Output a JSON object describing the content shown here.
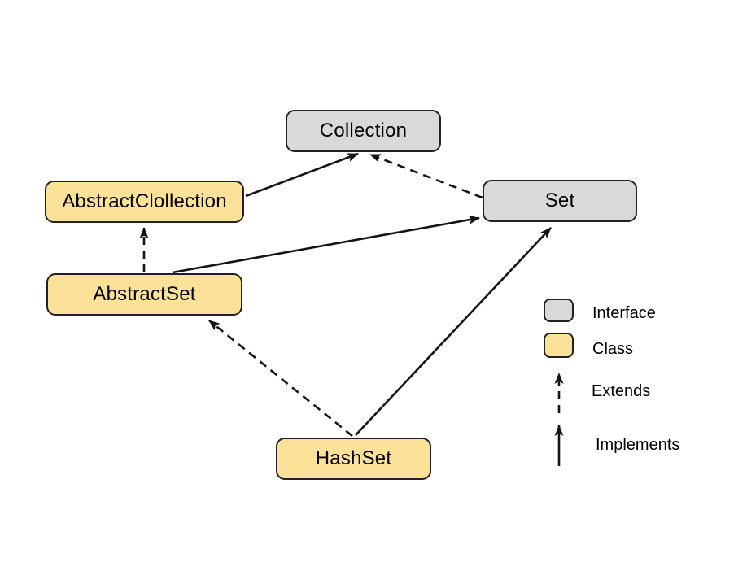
{
  "nodes": {
    "collection": {
      "label": "Collection",
      "type": "Interface"
    },
    "abstract_clollection": {
      "label": "AbstractClollection",
      "type": "Class"
    },
    "set": {
      "label": "Set",
      "type": "Interface"
    },
    "abstract_set": {
      "label": "AbstractSet",
      "type": "Class"
    },
    "hash_set": {
      "label": "HashSet",
      "type": "Class"
    }
  },
  "edges": [
    {
      "from": "AbstractClollection",
      "to": "Collection",
      "relation": "Implements",
      "style": "solid"
    },
    {
      "from": "Set",
      "to": "Collection",
      "relation": "Extends",
      "style": "dashed"
    },
    {
      "from": "AbstractSet",
      "to": "AbstractClollection",
      "relation": "Extends",
      "style": "dashed"
    },
    {
      "from": "AbstractSet",
      "to": "Set",
      "relation": "Implements",
      "style": "solid"
    },
    {
      "from": "HashSet",
      "to": "AbstractSet",
      "relation": "Extends",
      "style": "dashed"
    },
    {
      "from": "HashSet",
      "to": "Set",
      "relation": "Implements",
      "style": "solid"
    }
  ],
  "legend": {
    "interface": "Interface",
    "class": "Class",
    "extends": "Extends",
    "implements": "Implements"
  },
  "colors": {
    "interface_fill": "#D9D9D9",
    "class_fill": "#FCE199",
    "outline": "#212121",
    "arrow_color": "#141414",
    "background": "#FFFFFF"
  }
}
